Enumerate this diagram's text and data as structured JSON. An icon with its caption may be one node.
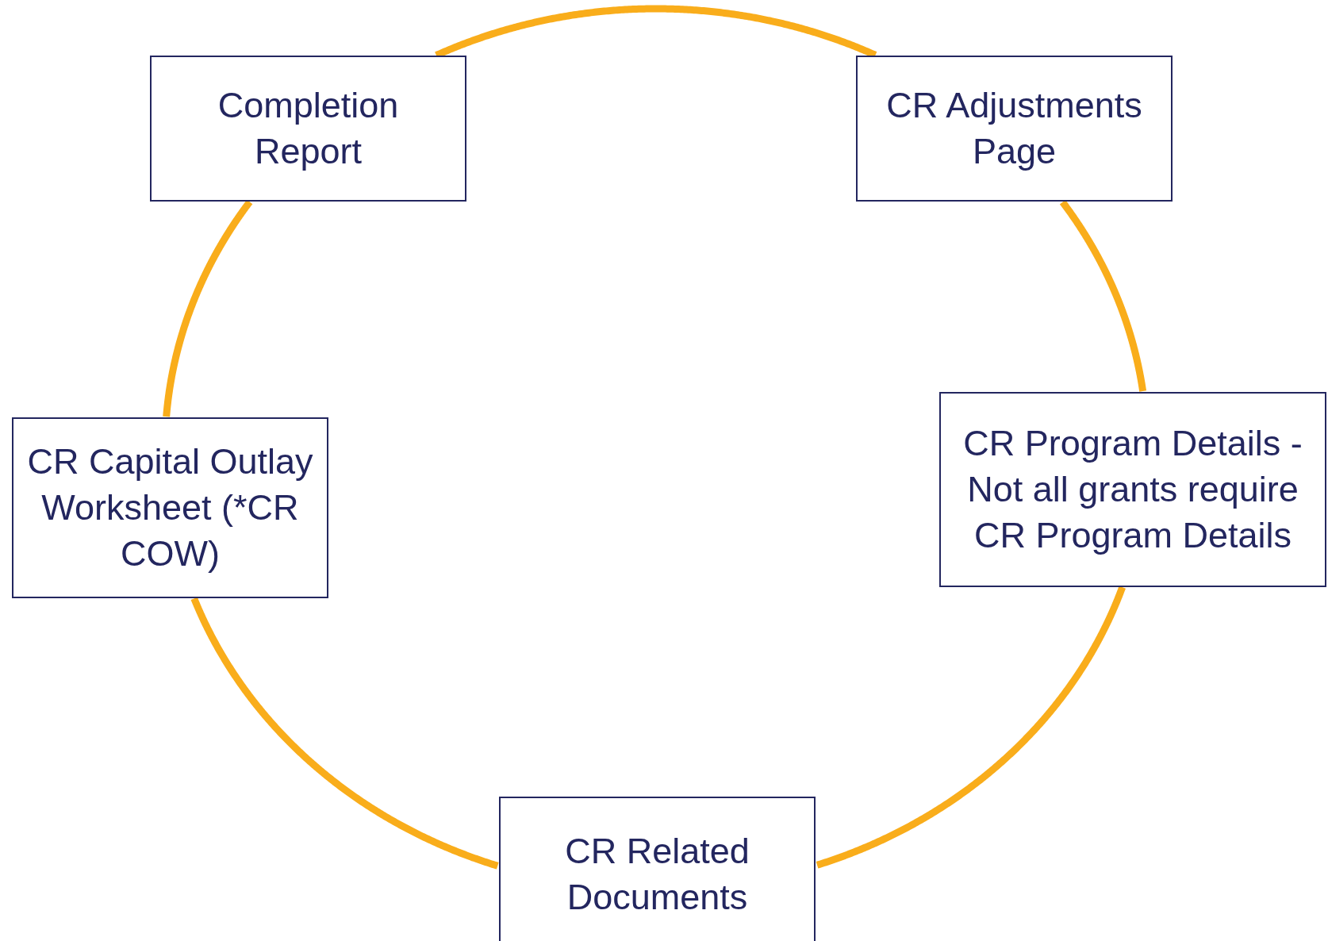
{
  "diagram": {
    "nodes": [
      {
        "text": [
          "Completion Report"
        ]
      },
      {
        "text": [
          "CR Adjustments Page"
        ]
      },
      {
        "text": [
          "CR Capital Outlay Worksheet (*CR COW)"
        ]
      },
      {
        "text": [
          "CR Program Details -Not all grants require CR Program Details"
        ]
      },
      {
        "text": [
          "CR Related Documents"
        ]
      }
    ],
    "edges": [
      {
        "from": 0,
        "to": 1,
        "arrow": "none"
      },
      {
        "from": 1,
        "to": 3,
        "arrow": "none"
      },
      {
        "from": 3,
        "to": 4,
        "arrow": "none"
      },
      {
        "from": 4,
        "to": 2,
        "arrow": "none"
      },
      {
        "from": 2,
        "to": 0,
        "arrow": "none"
      }
    ]
  }
}
